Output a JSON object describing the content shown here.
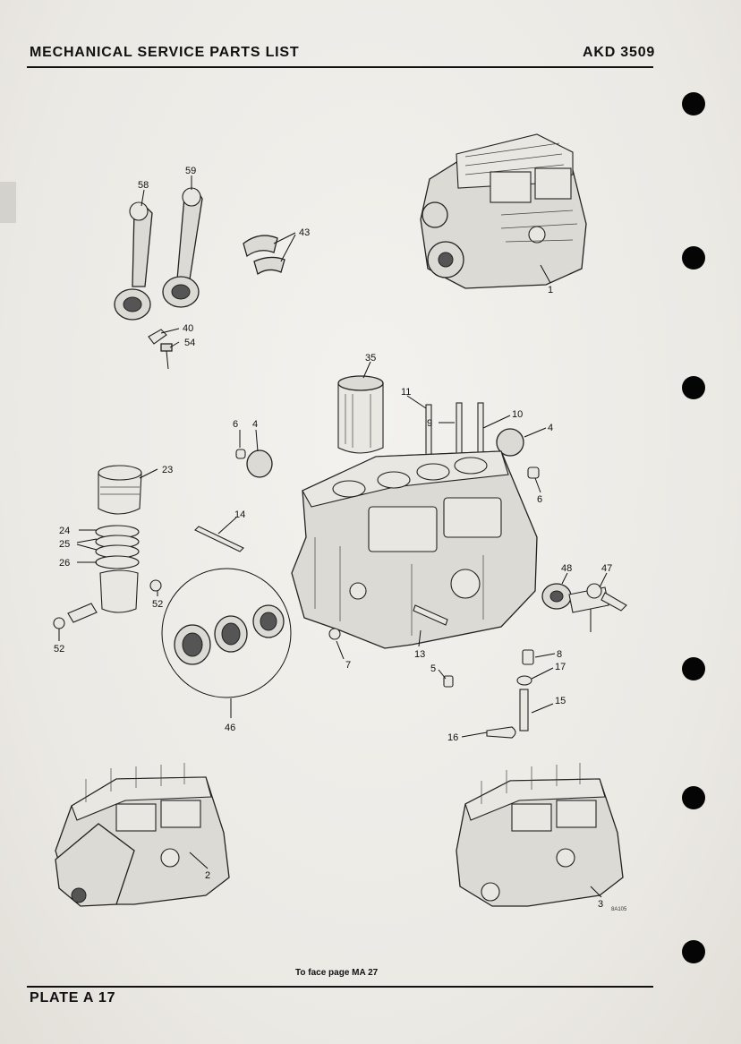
{
  "header": {
    "title": "MECHANICAL SERVICE PARTS LIST",
    "code": "AKD 3509"
  },
  "footer": {
    "face_note": "To face page MA 27",
    "plate": "PLATE A 17",
    "art_ref": "8A105"
  },
  "callouts": {
    "c1": "1",
    "c2": "2",
    "c3": "3",
    "c4a": "4",
    "c4b": "4",
    "c5": "5",
    "c6a": "6",
    "c6b": "6",
    "c7": "7",
    "c8": "8",
    "c9": "9",
    "c10": "10",
    "c11": "11",
    "c13": "13",
    "c14": "14",
    "c15": "15",
    "c16": "16",
    "c17": "17",
    "c23": "23",
    "c24": "24",
    "c25": "25",
    "c26": "26",
    "c35": "35",
    "c40": "40",
    "c43": "43",
    "c46": "46",
    "c47": "47",
    "c48": "48",
    "c52a": "52",
    "c52b": "52",
    "c54": "54",
    "c58": "58",
    "c59": "59"
  }
}
